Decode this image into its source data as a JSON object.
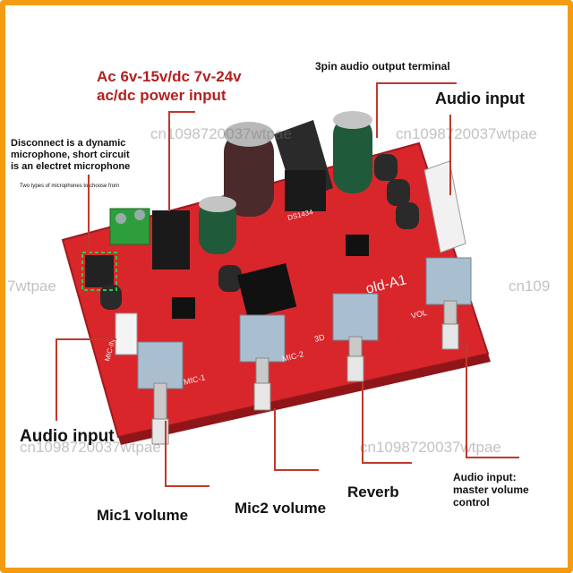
{
  "labels": {
    "power_line1": "Ac 6v-15v/dc 7v-24v",
    "power_line2": "ac/dc power input",
    "output_terminal": "3pin audio output terminal",
    "audio_input_top": "Audio input",
    "mic_note_1": "Disconnect is a dynamic",
    "mic_note_2": "microphone, short circuit",
    "mic_note_3": "is an electret microphone",
    "mic_types": "Two types of microphones to choose from",
    "audio_input_left": "Audio input",
    "mic1_volume": "Mic1 volume",
    "mic2_volume": "Mic2 volume",
    "reverb": "Reverb",
    "master_1": "Audio input:",
    "master_2": "master volume",
    "master_3": "control"
  },
  "silkscreen": {
    "board_name": "old-A1",
    "mic1": "MIC-1",
    "mic2": "MIC-2",
    "reverb": "3D",
    "volume": "VOL",
    "mic_in": "MIC-IN",
    "chip": "DS1434"
  },
  "watermarks": [
    "cn1098720037wtpae",
    "7wtpae",
    "cn109",
    "cn1098720037wtpae",
    "cn1098720037wtpae"
  ],
  "colors": {
    "border": "#f39c12",
    "board": "#d8262b",
    "lead": "#c0392b",
    "power_text": "#b32020"
  }
}
